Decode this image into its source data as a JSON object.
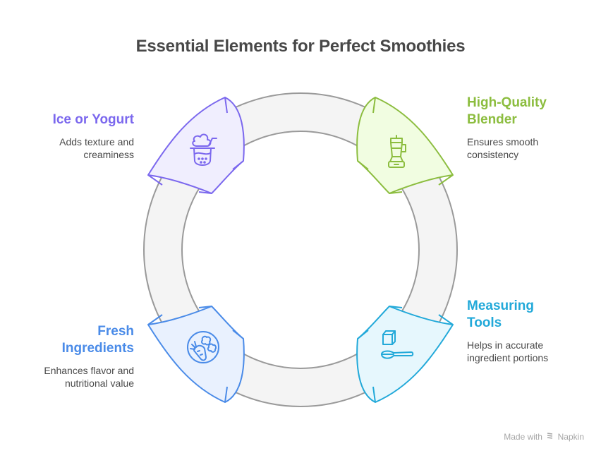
{
  "title": "Essential Elements for Perfect Smoothies",
  "items": [
    {
      "heading": "Ice or Yogurt",
      "description_lines": [
        "Adds texture and",
        "creaminess"
      ],
      "icon": "smoothie-cup-icon",
      "color": "#7b68ee",
      "fill": "#f0eefe",
      "position": "top-left"
    },
    {
      "heading_lines": [
        "High-Quality",
        "Blender"
      ],
      "description_lines": [
        "Ensures smooth",
        "consistency"
      ],
      "icon": "blender-icon",
      "color": "#8cbd3f",
      "fill": "#f1fde1",
      "position": "top-right"
    },
    {
      "heading_lines": [
        "Fresh",
        "Ingredients"
      ],
      "description_lines": [
        "Enhances flavor and",
        "nutritional value"
      ],
      "icon": "carrot-broccoli-icon",
      "color": "#4a8be8",
      "fill": "#e9f1fe",
      "position": "bottom-left"
    },
    {
      "heading_lines": [
        "Measuring",
        "Tools"
      ],
      "description_lines": [
        "Helps in accurate",
        "ingredient portions"
      ],
      "icon": "cube-spoon-icon",
      "color": "#22a9d9",
      "fill": "#e6f7fd",
      "position": "bottom-right"
    }
  ],
  "ring": {
    "fill": "#f4f4f4",
    "stroke": "#9a9a9a"
  },
  "footer": {
    "made_with": "Made with",
    "brand": "Napkin"
  }
}
